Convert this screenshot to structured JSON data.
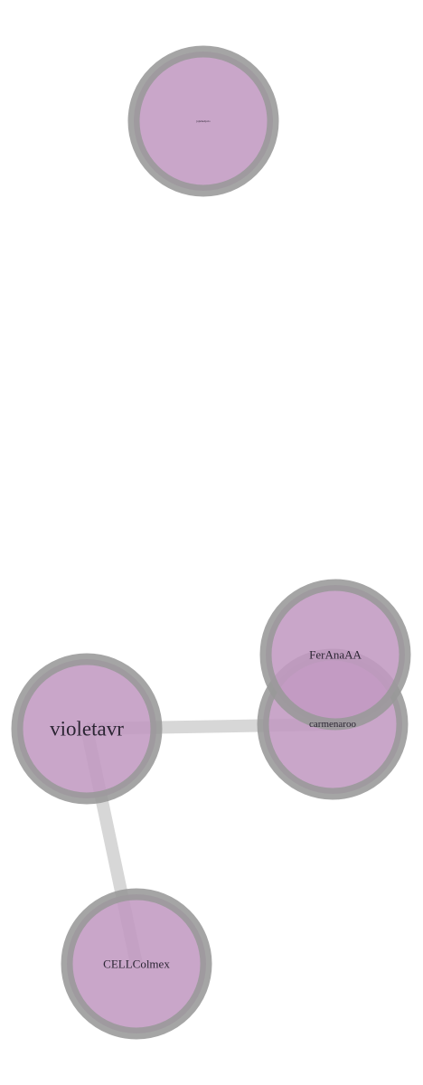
{
  "graph": {
    "node_color": "#c29ac2",
    "node_border_color": "#999999",
    "edge_color": "#d7d7d7",
    "label_color": "#2b2533",
    "nodes": [
      {
        "id": "jujumedpolo",
        "label": "jujumedpolo"
      },
      {
        "id": "violetavr",
        "label": "violetavr"
      },
      {
        "id": "carmenaroo",
        "label": "carmenaroo"
      },
      {
        "id": "FerAnaAA",
        "label": "FerAnaAA"
      },
      {
        "id": "CELLColmex",
        "label": "CELLColmex"
      }
    ],
    "edges": [
      {
        "source": "violetavr",
        "target": "carmenaroo"
      },
      {
        "source": "violetavr",
        "target": "CELLColmex"
      }
    ]
  }
}
